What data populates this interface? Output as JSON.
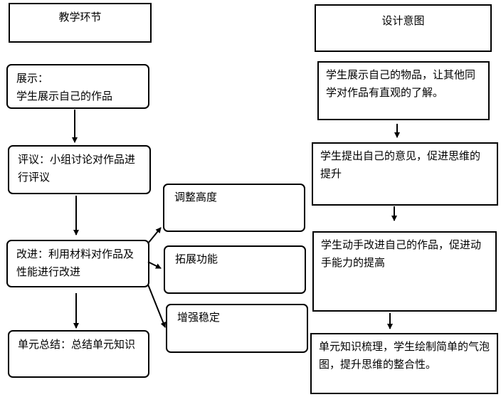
{
  "headers": {
    "left": "教学环节",
    "right": "设计意图"
  },
  "steps": [
    {
      "title": "展示：",
      "body": "学生展示自己的作品"
    },
    {
      "title": "评议：小组讨论对作品进行评议"
    },
    {
      "title": "改进：利用材料对作品及性能进行改进"
    },
    {
      "title": "单元总结：总结单元知识"
    }
  ],
  "sub_steps": [
    "调整高度",
    "拓展功能",
    "增强稳定"
  ],
  "intents": [
    "学生展示自己的物品，让其他同学对作品有直观的了解。",
    "学生提出自己的意见，促进思维的提升",
    "学生动手改进自己的作品，促进动手能力的提高",
    "单元知识梳理，学生绘制简单的气泡图，提升思维的整合性。"
  ]
}
